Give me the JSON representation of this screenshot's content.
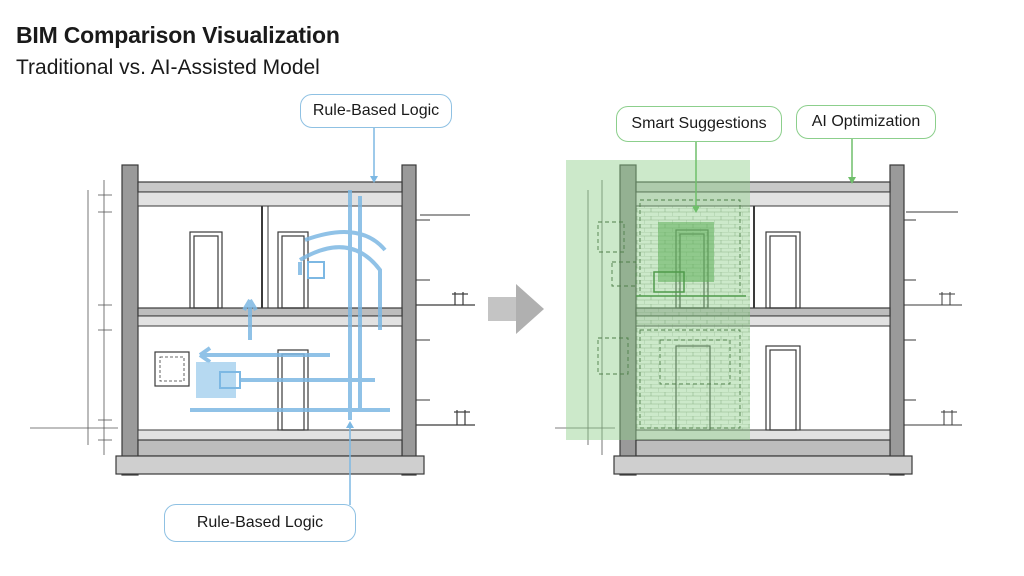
{
  "header": {
    "title": "BIM Comparison Visualization",
    "subtitle": "Traditional vs. AI-Assisted Model"
  },
  "left_panel": {
    "callout_top": "Rule-Based Logic",
    "callout_bottom": "Rule-Based Logic"
  },
  "right_panel": {
    "callout_suggestions": "Smart Suggestions",
    "callout_optimization": "AI Optimization"
  },
  "colors": {
    "wall": "#9a9a9a",
    "line": "#3a3a3a",
    "rule_blue": "#7db8e3",
    "ai_green": "#6fbf6a",
    "arrow_gray": "#bdbdbd"
  },
  "icons": [
    "transition-arrow-icon",
    "door-icon",
    "window-icon",
    "railing-icon"
  ]
}
